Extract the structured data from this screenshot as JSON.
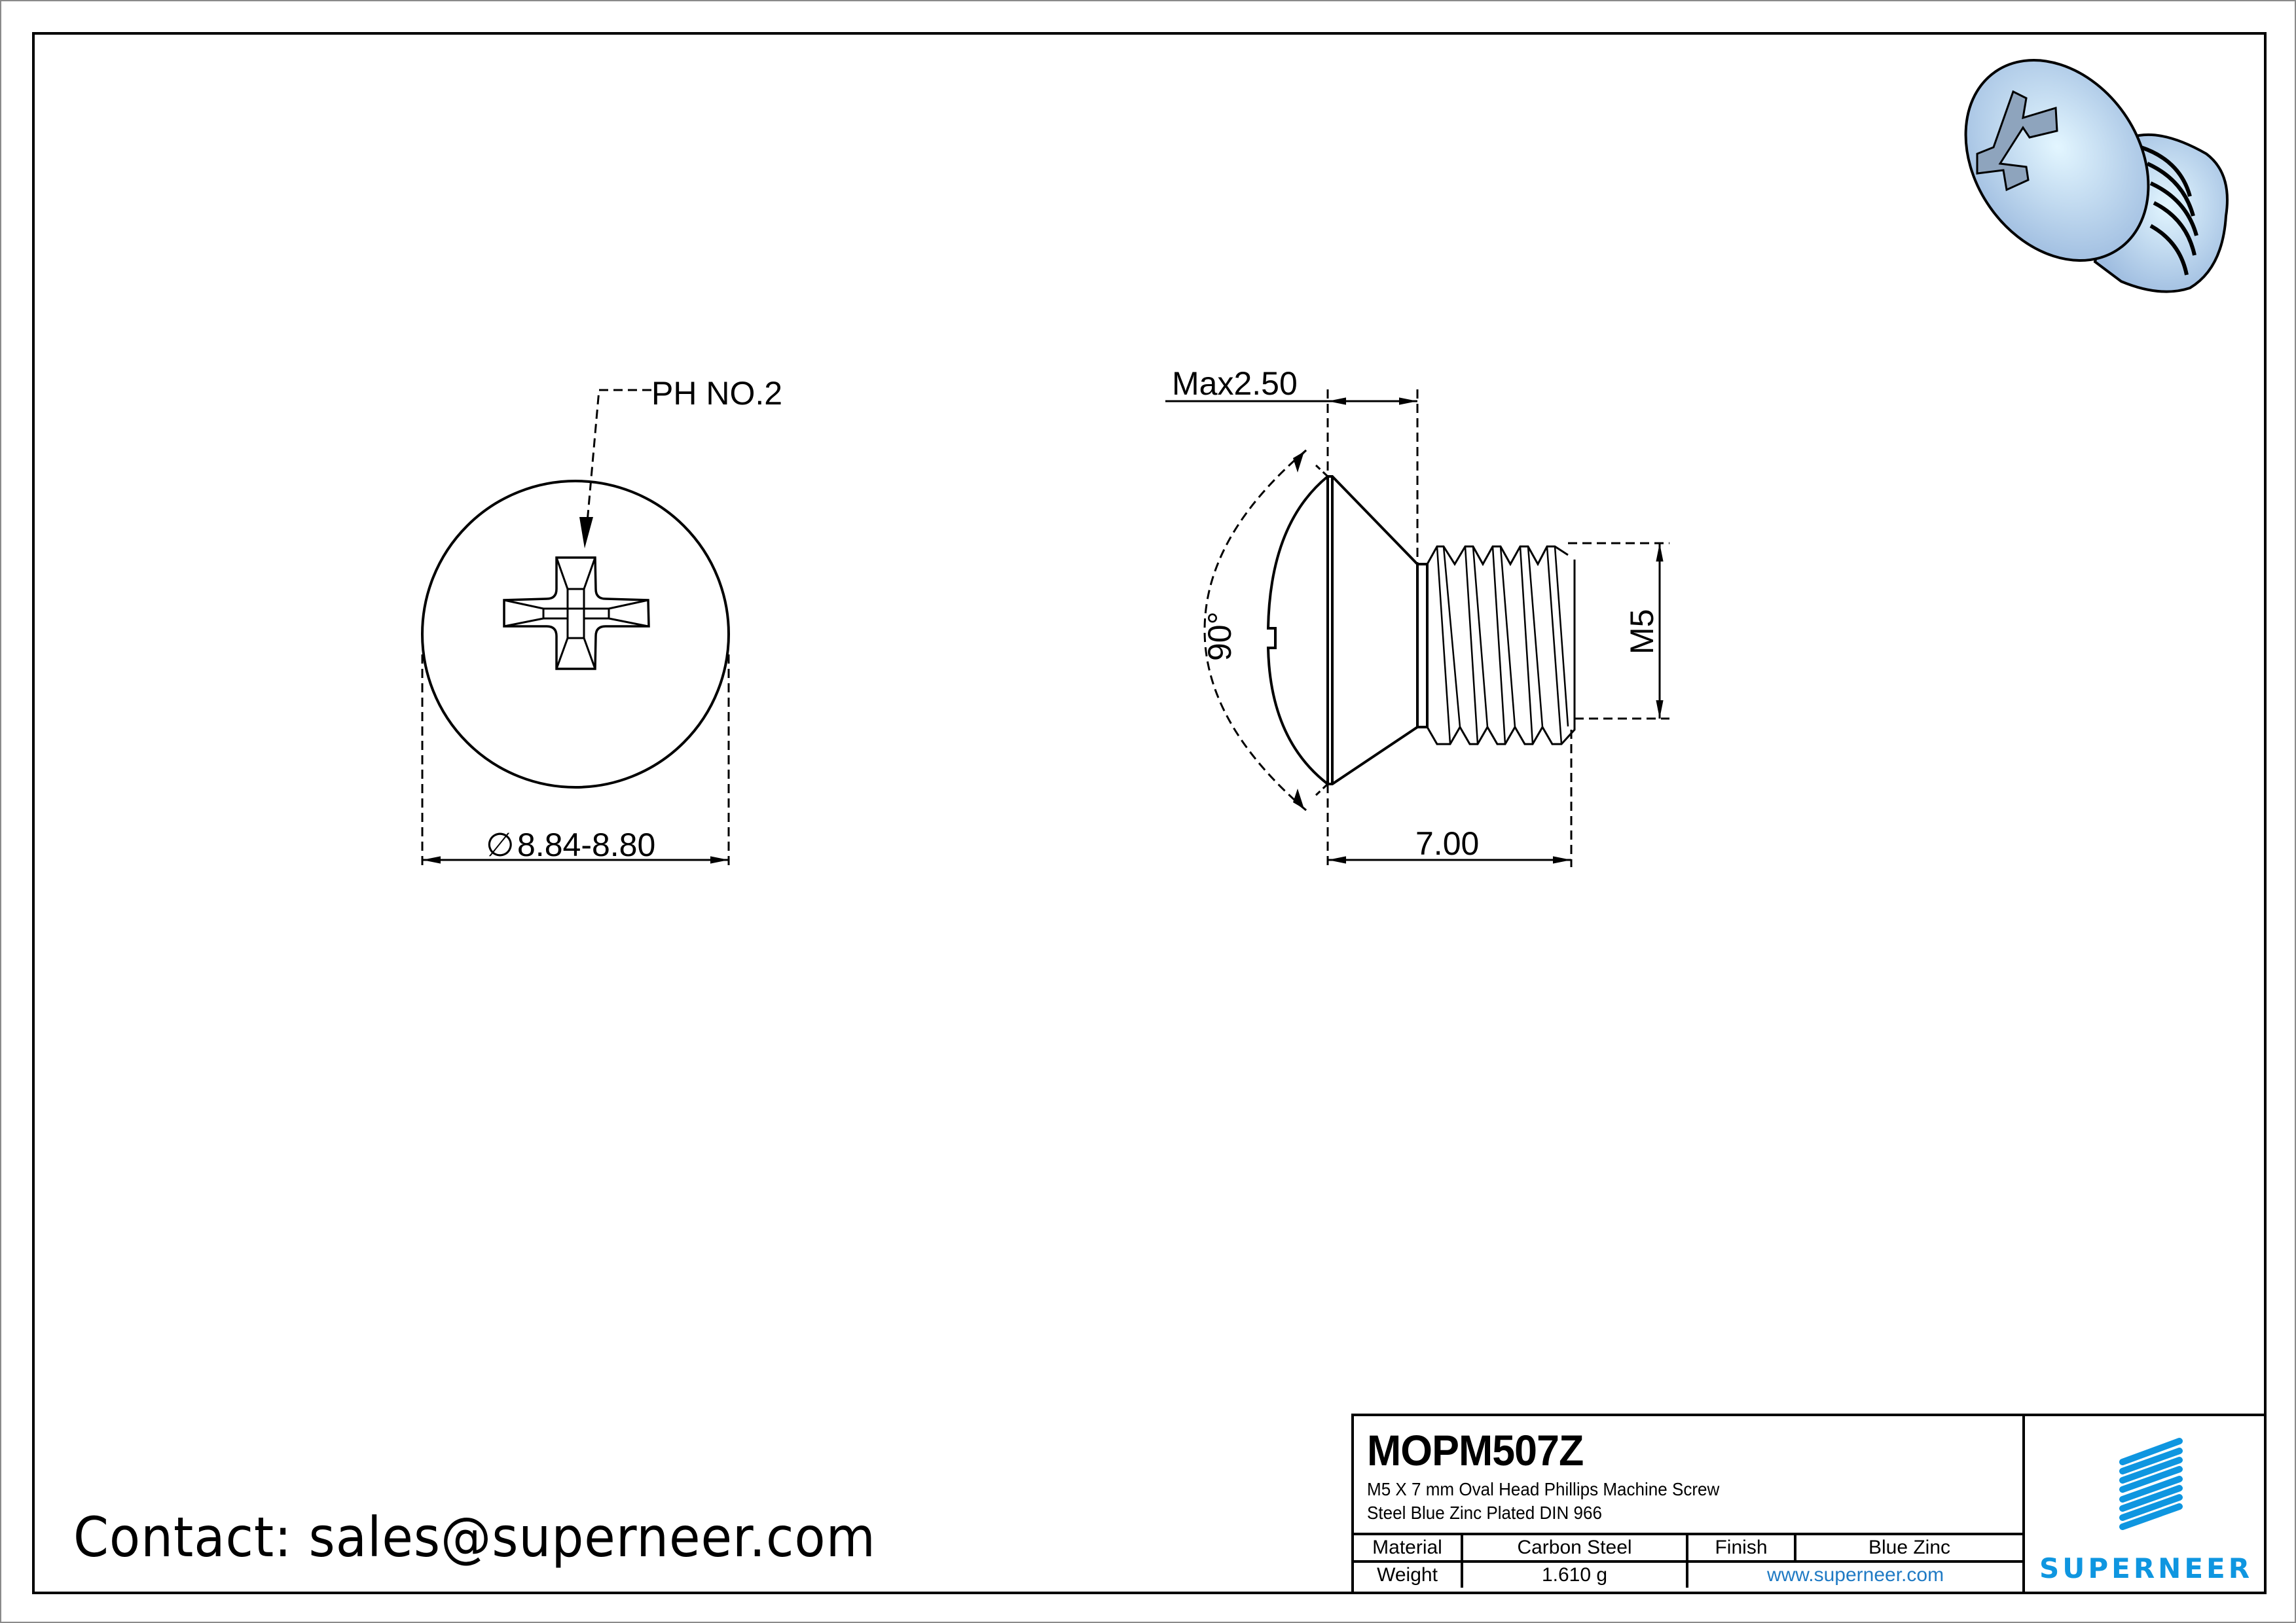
{
  "drawing": {
    "front_view": {
      "drive_label": "PH NO.2",
      "diameter_symbol": "∅",
      "diameter_label": "8.84-8.80"
    },
    "side_view": {
      "head_height_label": "Max2.50",
      "angle_label": "90°",
      "thread_label": "M5",
      "length_label": "7.00"
    },
    "render_3d": {
      "description": "blue zinc oval head phillips screw render",
      "color": "#b9d6f2"
    }
  },
  "contact": {
    "text": "Contact: sales@superneer.com"
  },
  "title_block": {
    "part_number": "MOPM507Z",
    "description_line1": "M5 X 7 mm  Oval Head Phillips Machine Screw",
    "description_line2": "Steel Blue Zinc Plated DIN 966",
    "rows": [
      {
        "label": "Material",
        "value": "Carbon Steel",
        "label2": "Finish",
        "value2": "Blue Zinc"
      },
      {
        "label": "Weight",
        "value": "1.610 g",
        "link": "www.superneer.com"
      }
    ],
    "logo": {
      "text": "SUPERNEER",
      "color": "#0f96e0"
    }
  }
}
